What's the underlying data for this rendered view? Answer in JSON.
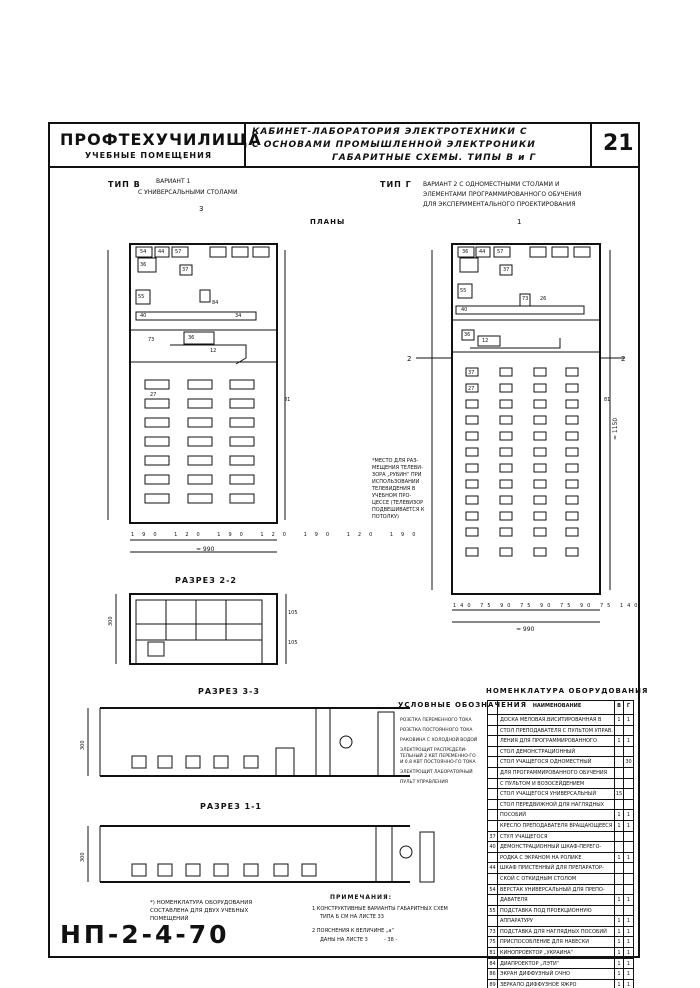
{
  "header": {
    "title": "ПРОФТЕХУЧИЛИЩА",
    "subtitle": "УЧЕБНЫЕ ПОМЕЩЕНИЯ",
    "desc_line1": "КАБИНЕТ-ЛАБОРАТОРИЯ ЭЛЕКТРОТЕХНИКИ С",
    "desc_line2": "С ОСНОВАМИ ПРОМЫШЛЕННОЙ ЭЛЕКТРОНИКИ",
    "desc_line3": "ГАБАРИТНЫЕ СХЕМЫ. ТИПЫ В и Г",
    "sheet_number": "21"
  },
  "left_plan": {
    "type_label": "ТИП В",
    "variant": "ВАРИАНТ 1",
    "variant_desc": "С УНИВЕРСАЛЬНЫМИ СТОЛАМИ",
    "section_mark_top": "3",
    "dims_bottom": [
      "190",
      "120",
      "190",
      "120",
      "190",
      "120",
      "190"
    ],
    "total_width": "≈ 990",
    "tags": [
      "54",
      "44",
      "57",
      "37",
      "36",
      "55",
      "40",
      "84",
      "34",
      "36",
      "12",
      "73",
      "27",
      "81"
    ]
  },
  "plans_label": "ПЛАНЫ",
  "right_plan": {
    "type_label": "ТИП Г",
    "variant_line1": "ВАРИАНТ 2 С ОДНОМЕСТНЫМИ СТОЛАМИ И",
    "variant_line2": "ЭЛЕМЕНТАМИ ПРОГРАММИРОВАННОГО ОБУЧЕНИЯ",
    "variant_line3": "ДЛЯ ЭКСПЕРИМЕНТАЛЬНОГО ПРОЕКТИРОВАНИЯ",
    "section_mark_top": "1",
    "section_mark_side_left": "2",
    "section_mark_side_right": "2",
    "dims_bottom": [
      "140",
      "75",
      "90",
      "75",
      "90",
      "75",
      "90",
      "75",
      "140"
    ],
    "total_width": "≈ 990",
    "side_dim": "≈ 1150",
    "tags": [
      "36",
      "44",
      "57",
      "37",
      "55",
      "40",
      "73",
      "26",
      "36",
      "12",
      "37",
      "27",
      "81"
    ]
  },
  "tv_note": {
    "lines": [
      "*МЕСТО ДЛЯ РАЗ-",
      "МЕЩЕНИЯ ТЕЛЕВИ-",
      "ЗОРА „РУБИН“ ПРИ",
      "ИСПОЛЬЗОВАНИИ",
      "ТЕЛЕВИДЕНИЯ В",
      "УЧЕБНОМ ПРО-",
      "ЦЕССЕ (ТЕЛЕВИЗОР",
      "ПОДВЕШИВАЕТСЯ К",
      "ПОТОЛКУ)"
    ]
  },
  "section_2_2": {
    "title": "РАЗРЕЗ 2-2",
    "dims": [
      "300",
      "105",
      "105"
    ]
  },
  "section_3_3": {
    "title": "РАЗРЕЗ 3-3",
    "dim": "300"
  },
  "section_1_1": {
    "title": "РАЗРЕЗ 1-1",
    "dim": "300"
  },
  "legend": {
    "title": "УСЛОВНЫЕ ОБОЗНАЧЕНИЯ",
    "items": [
      "РОЗЕТКА ПЕРЕМЕННОГО ТОКА",
      "РОЗЕТКА ПОСТОЯННОГО ТОКА",
      "РАКОВИНА С ХОЛОДНОЙ ВОДОЙ",
      "ЭЛЕКТРОЩИТ РАСПРЕДЕЛИ-ТЕЛЬНЫЙ 2 КВТ ПЕРЕМЕННО-ГО И 0.8 КВТ ПОСТОЯННО-ГО ТОКА",
      "ЭЛЕКТРОЩИТ ЛАБОРАТОРНЫЙ",
      "ПУЛЬТ УПРАВЛЕНИЯ"
    ]
  },
  "equipment": {
    "title": "НОМЕНКЛАТУРА ОБОРУДОВАНИЯ",
    "col_name": "НАИМЕНОВАНИЕ",
    "col_b": "В",
    "col_g": "Г",
    "rows": [
      {
        "num": "",
        "name": "ДОСКА МЕЛОВАЯ,ВИСИТИРОВАННАЯ В ЩИТЕ",
        "b": "1",
        "g": "1"
      },
      {
        "num": "",
        "name": "СТОЛ ПРЕПОДАВАТЕЛЯ С ПУЛЬТОМ УПРАВ.",
        "b": "",
        "g": ""
      },
      {
        "num": "",
        "name": "ЛЕНИЯ ДЛЯ ПРОГРАММИРОВАННОГО ОБУЧЕНИЯ",
        "b": "1",
        "g": "1"
      },
      {
        "num": "",
        "name": "СТОЛ ДЕМОНСТРАЦИОННЫЙ",
        "b": "",
        "g": ""
      },
      {
        "num": "",
        "name": "СТОЛ УЧАЩЕГОСЯ ОДНОМЕСТНЫЙ",
        "b": "",
        "g": "30"
      },
      {
        "num": "",
        "name": "ДЛЯ ПРОГРАММИРОВАННОГО ОБУЧЕНИЯ",
        "b": "",
        "g": ""
      },
      {
        "num": "",
        "name": "С ПУЛЬТОМ И ВОЗОСЕЙДЕНИЕМ",
        "b": "",
        "g": ""
      },
      {
        "num": "",
        "name": "СТОЛ УЧАЩЕГОСЯ УНИВЕРСАЛЬНЫЙ",
        "b": "15",
        "g": ""
      },
      {
        "num": "",
        "name": "СТОЛ ПЕРЕДВИЖНОЙ ДЛЯ НАГЛЯДНЫХ",
        "b": "",
        "g": ""
      },
      {
        "num": "",
        "name": "ПОСОБИЙ",
        "b": "1",
        "g": "1"
      },
      {
        "num": "",
        "name": "КРЕСЛО ПРЕПОДАВАТЕЛЯ ВРАЩАЮЩЕЕСЯ",
        "b": "1",
        "g": "1"
      },
      {
        "num": "37",
        "name": "СТУЛ УЧАЩЕГОСЯ",
        "b": "",
        "g": ""
      },
      {
        "num": "40",
        "name": "ДЕМОНСТРАЦИОННЫЙ ШКАФ-ПЕРЕГО-",
        "b": "",
        "g": ""
      },
      {
        "num": "",
        "name": "РОДКА С ЭКРАНОМ НА РОЛИКЕ",
        "b": "1",
        "g": "1"
      },
      {
        "num": "44",
        "name": "ШКАФ ПРИСТЕННЫЙ ДЛЯ ПРЕПАРАТОР-",
        "b": "",
        "g": ""
      },
      {
        "num": "",
        "name": "СКОЙ С ОТКИДНЫМ СТОЛОМ",
        "b": "",
        "g": ""
      },
      {
        "num": "54",
        "name": "ВЕРСТАК УНИВЕРСАЛЬНЫЙ ДЛЯ ПРЕПО-",
        "b": "",
        "g": ""
      },
      {
        "num": "",
        "name": "ДАВАТЕЛЯ",
        "b": "1",
        "g": "1"
      },
      {
        "num": "55",
        "name": "ПОДСТАВКА ПОД ПРОЕКЦИОННУЮ",
        "b": "",
        "g": ""
      },
      {
        "num": "",
        "name": "АППАРАТУРУ",
        "b": "1",
        "g": "1"
      },
      {
        "num": "73",
        "name": "ПОДСТАВКА ДЛЯ НАГЛЯДНЫХ ПОСОБИЙ",
        "b": "1",
        "g": "1"
      },
      {
        "num": "75",
        "name": "ПРИСПОСОБЛЕНИЕ ДЛЯ НАВЕСКИ ПОСОБИЙ",
        "b": "1",
        "g": "1"
      },
      {
        "num": "81",
        "name": "КИНОПРОЕКТОР „УКРАИНА“",
        "b": "1",
        "g": "1"
      },
      {
        "num": "84",
        "name": "ДИАПРОЕКТОР „ЛЭТИ“",
        "b": "1",
        "g": "1"
      },
      {
        "num": "86",
        "name": "ЭКРАН ДИФФУЗНЫЙ ОЧНО",
        "b": "1",
        "g": "1"
      },
      {
        "num": "89",
        "name": "ЗЕРКАЛО ДИФФУЗНОЕ ЯЖРО",
        "b": "1",
        "g": "1"
      }
    ]
  },
  "notes": {
    "equip_note_line1": "*) НОМЕНКЛАТУРА ОБОРУДОВАНИЯ",
    "equip_note_line2": "СОСТАВЛЕНА ДЛЯ ДВУХ УЧЕБНЫХ",
    "equip_note_line3": "ПОМЕЩЕНИЙ",
    "remarks_title": "ПРИМЕЧАНИЯ:",
    "remark1_line1": "1 КОНСТРУКТИВНЫЕ ВАРИАНТЫ ГАБАРИТНЫХ СХЕМ",
    "remark1_line2": "ТИПА Б СМ НА ЛИСТЕ 33",
    "remark2_line1": "2 ПОЯСНЕНИЯ К ВЕЛИЧИНЕ „а“",
    "remark2_line2": "ДАНЫ НА ЛИСТЕ 3",
    "page_mark": "- 38 -"
  },
  "code": "НП-2-4-70"
}
